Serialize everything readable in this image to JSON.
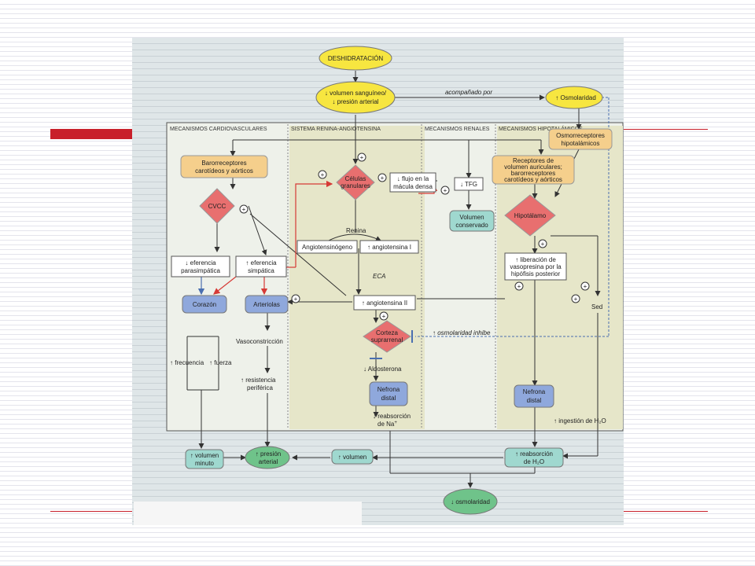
{
  "slide": {
    "background": "#ffffff",
    "accent_red": "#c8202a"
  },
  "header_text": "",
  "sections": {
    "cardio": "MECANISMOS CARDIOVASCULARES",
    "raa": "SISTEMA RENINA-ANGIOTENSINA",
    "renal": "MECANISMOS RENALES",
    "hypo": "MECANISMOS HIPOTALÁMICOS"
  },
  "nodes": {
    "deshidratacion": "DESHIDRATACIÓN",
    "volumen_sanguineo_1": "volumen sanguíneo/",
    "volumen_sanguineo_2": "presión arterial",
    "acompanado": "acompañado por",
    "osmolaridad_up": "Osmolaridad",
    "osmorreceptores_1": "Osmorreceptores",
    "osmorreceptores_2": "hipotalámicos",
    "barorreceptores_1": "Barorreceptores",
    "barorreceptores_2": "carotídeos y aórticos",
    "celulas_1": "Células",
    "celulas_2": "granulares",
    "flujo_1": "flujo en la",
    "flujo_2": "mácula densa",
    "tfg": "TFG",
    "receptores_1": "Receptores de",
    "receptores_2": "volumen auriculares;",
    "receptores_3": "barorreceptores",
    "receptores_4": "carotídeos y aórticos",
    "cvcc": "CVCC",
    "volumen_conservado_1": "Volumen",
    "volumen_conservado_2": "conservado",
    "hipotalamo": "Hipotálamo",
    "renina": "Renina",
    "angiotensinogeno": "Angiotensinógeno",
    "angiotensina_1": "angiotensina I",
    "eferencia_para_1": "eferencia",
    "eferencia_para_2": "parasimpática",
    "eferencia_simp_1": "eferencia",
    "eferencia_simp_2": "simpática",
    "eca": "ECA",
    "liberacion_1": "liberación de",
    "liberacion_2": "vasopresina por la",
    "liberacion_3": "hipófisis posterior",
    "corazon": "Corazón",
    "arteriolas": "Arteriolas",
    "angiotensina_2": "angiotensina II",
    "sed": "Sed",
    "corteza_1": "Corteza",
    "corteza_2": "suprarrenal",
    "osmolaridad_inhibe": "osmolaridad inhibe",
    "vasoconstriccion": "Vasoconstricción",
    "aldosterona": "Aldosterona",
    "frecuencia": "frecuencia",
    "fuerza": "fuerza",
    "resistencia_1": "resistencia",
    "resistencia_2": "periférica",
    "nefrona_distal_1a": "Nefrona",
    "nefrona_distal_1b": "distal",
    "nefrona_distal_2a": "Nefrona",
    "nefrona_distal_2b": "distal",
    "reabsorcion_na_1": "reabsorción",
    "reabsorcion_na_2": "de Na",
    "ingestion": "ingestión de H₂O",
    "volumen_minuto_1": "volumen",
    "volumen_minuto_2": "minuto",
    "presion_arterial_1": "presión",
    "presion_arterial_2": "arterial",
    "volumen": "volumen",
    "reabsorcion_h2o_1": "reabsorción",
    "reabsorcion_h2o_2": "de H₂O",
    "osmolaridad_down": "osmolaridad",
    "plus": "+"
  },
  "colors": {
    "yellow_node": "#f7e640",
    "orange_box": "#f5cf8c",
    "red_diamond": "#e86f6f",
    "blue_box": "#8fa8dc",
    "teal_box": "#9fd8cf",
    "green_oval": "#6fc38a",
    "section_shade": "#e6e6c9",
    "red_arrow": "#d63a36",
    "blue_arrow": "#4a6fb0"
  }
}
